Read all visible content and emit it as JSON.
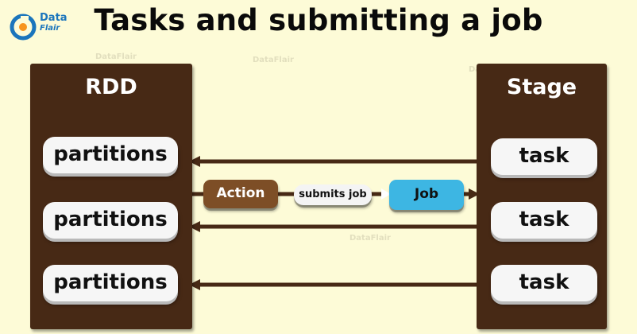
{
  "header": {
    "title": "Tasks and submitting a job",
    "logo_line1": "Data",
    "logo_line2": "Flair"
  },
  "rdd_panel": {
    "title": "RDD",
    "partitions": [
      "partitions",
      "partitions",
      "partitions"
    ]
  },
  "stage_panel": {
    "title": "Stage",
    "tasks": [
      "task",
      "task",
      "task"
    ]
  },
  "flow": {
    "action": "Action",
    "submits": "submits job",
    "job": "Job"
  },
  "colors": {
    "background": "#fdfbd7",
    "panel": "#472915",
    "action": "#7d4e26",
    "job": "#3db6e3",
    "logo": "#1b75bc"
  }
}
